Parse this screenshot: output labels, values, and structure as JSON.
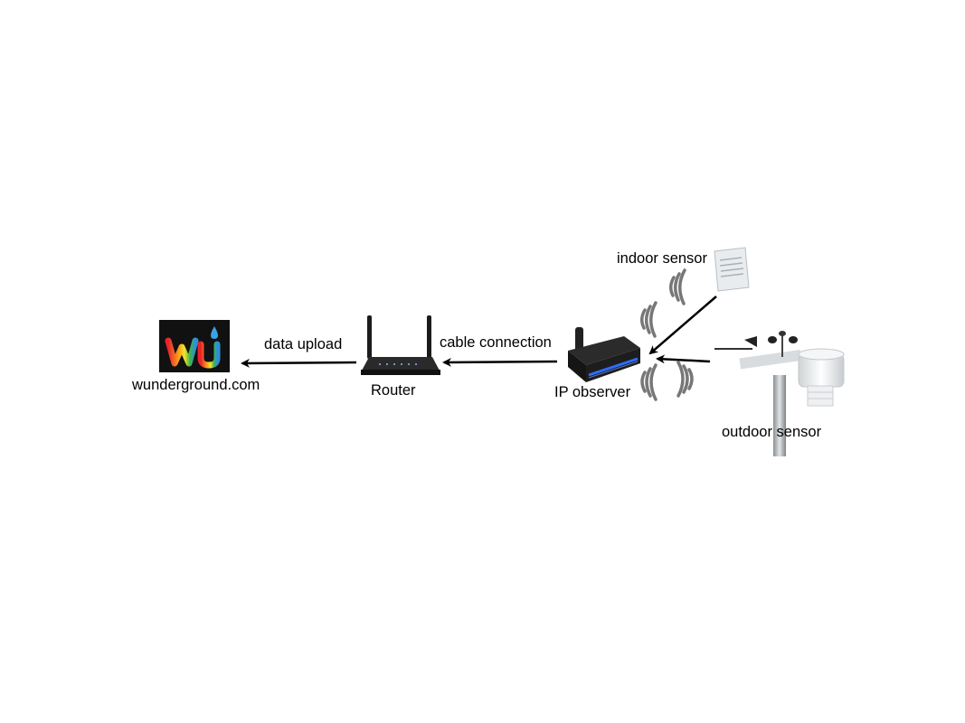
{
  "labels": {
    "website": "wunderground.com",
    "data_upload": "data upload",
    "router": "Router",
    "cable_connection": "cable connection",
    "ip_observer": "IP observer",
    "indoor_sensor": "indoor sensor",
    "outdoor_sensor": "outdoor sensor"
  },
  "logo": {
    "letters": "wu",
    "background": "#111111",
    "drop_color": "#3aa0e8"
  },
  "colors": {
    "arrow": "#000000",
    "signal": "#777777",
    "device_dark": "#1b1b1b",
    "led_blue": "#2f6dff"
  }
}
